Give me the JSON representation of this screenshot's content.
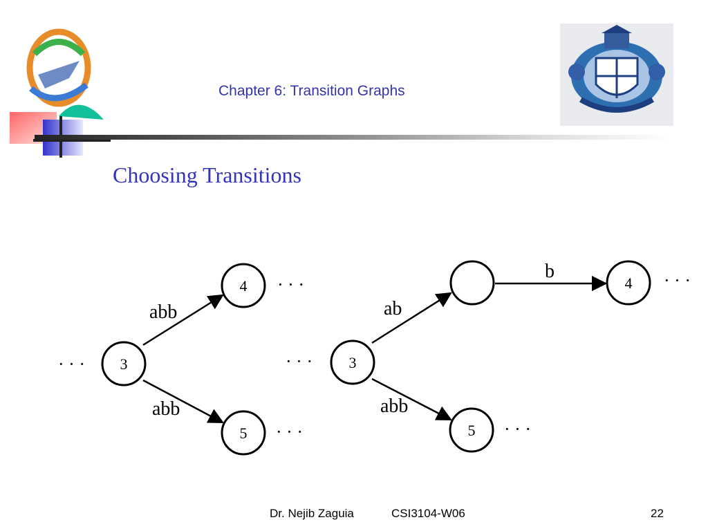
{
  "header": {
    "chapter_title": "Chapter 6: Transition Graphs"
  },
  "slide": {
    "title": "Choosing Transitions"
  },
  "diagram_left": {
    "node_start": "3",
    "node_top": "4",
    "node_bottom": "5",
    "edge_top_label": "abb",
    "edge_bottom_label": "abb",
    "ellipsis": "· · ·"
  },
  "diagram_right": {
    "node_start": "3",
    "node_middle": "",
    "node_end": "4",
    "node_bottom": "5",
    "edge_to_middle_label": "ab",
    "edge_middle_to_end_label": "b",
    "edge_bottom_label": "abb",
    "ellipsis": "· · ·"
  },
  "footer": {
    "author": "Dr. Nejib Zaguia",
    "course": "CSI3104-W06",
    "page": "22"
  }
}
